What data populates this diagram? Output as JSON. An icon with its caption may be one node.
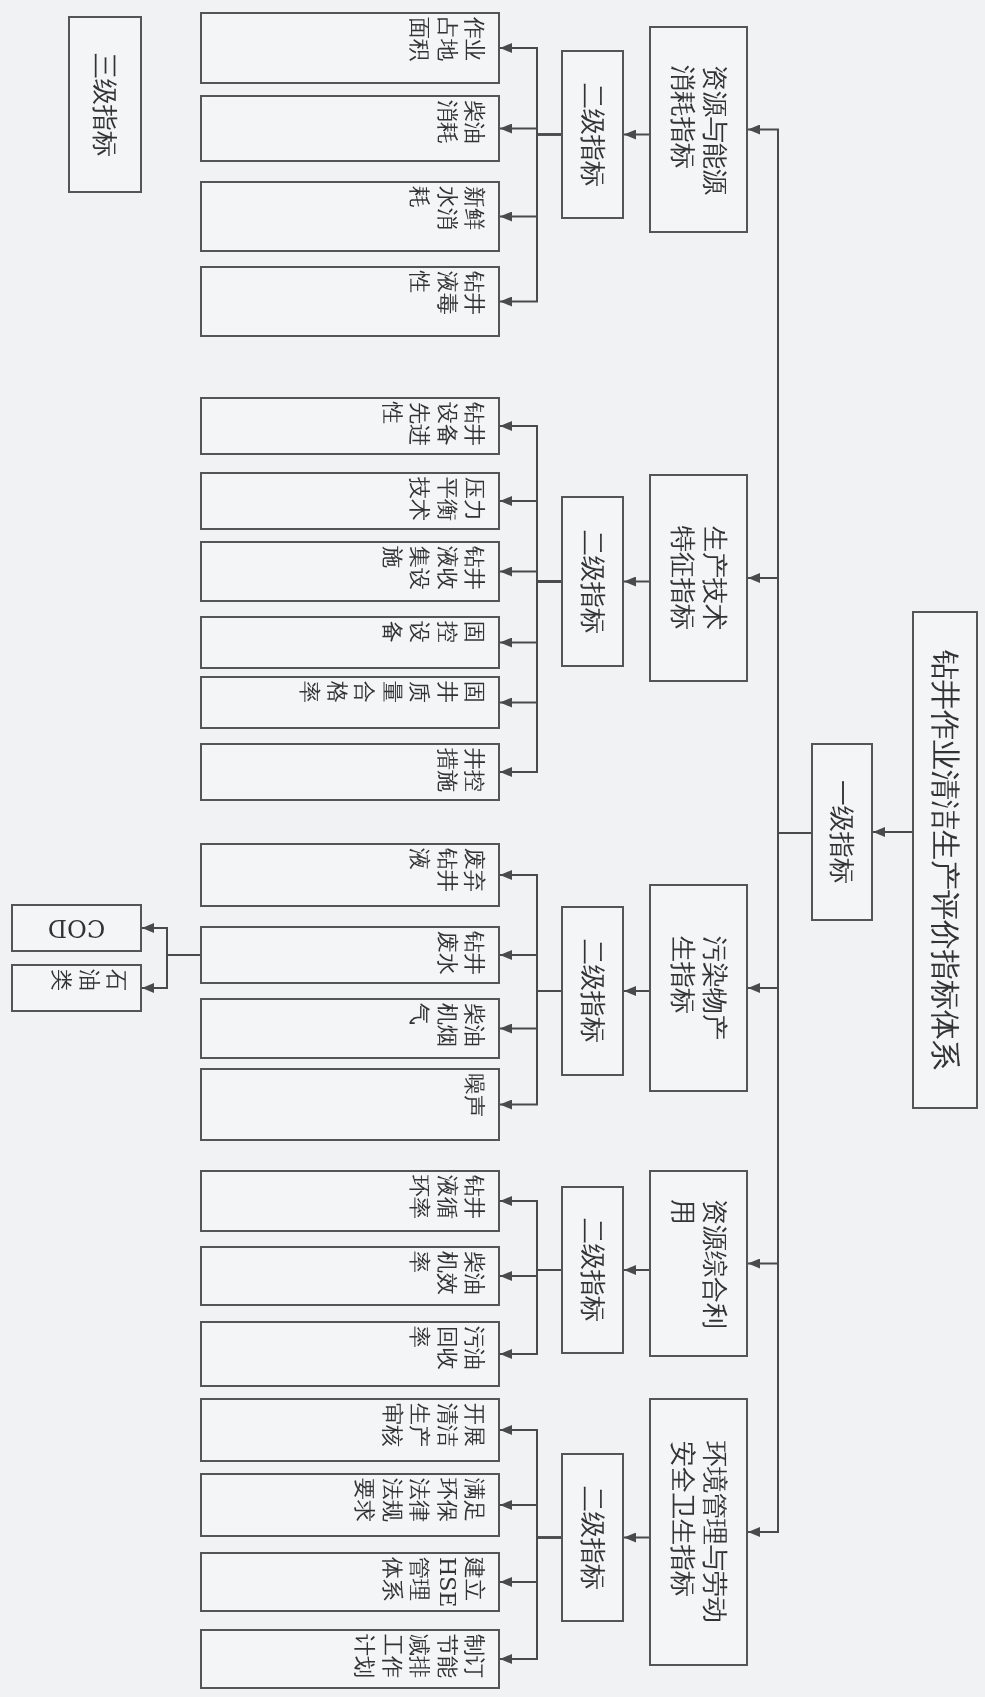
{
  "diagram": {
    "nodes": [
      {
        "text": [
          "钻井作业清洁生产评价指标体系"
        ]
      },
      {
        "text": [
          "一级指标"
        ]
      },
      {
        "text": [
          "资源与能源消耗指标"
        ]
      },
      {
        "text": [
          "二级指标"
        ]
      },
      {
        "text": [
          "作业占地面积"
        ]
      },
      {
        "text": [
          "柴油消耗"
        ]
      },
      {
        "text": [
          "新鲜水消耗"
        ]
      },
      {
        "text": [
          "钻井液毒性"
        ]
      },
      {
        "text": [
          "生产技术特征指标"
        ]
      },
      {
        "text": [
          "二级指标"
        ]
      },
      {
        "text": [
          "钻井设备先进性"
        ]
      },
      {
        "text": [
          "压力平衡技术"
        ]
      },
      {
        "text": [
          "钻井液收集设施"
        ]
      },
      {
        "text": [
          "固控设备"
        ]
      },
      {
        "text": [
          "固井质量合格率"
        ]
      },
      {
        "text": [
          "井控措施"
        ]
      },
      {
        "text": [
          "污染物产生指标"
        ]
      },
      {
        "text": [
          "二级指标"
        ]
      },
      {
        "text": [
          "废弃钻井液"
        ]
      },
      {
        "text": [
          "钻井废水"
        ]
      },
      {
        "text": [
          "柴油机烟气"
        ]
      },
      {
        "text": [
          "噪声"
        ]
      },
      {
        "text": [
          "COD"
        ]
      },
      {
        "text": [
          "石油类"
        ]
      },
      {
        "text": [
          "资源综合利用"
        ]
      },
      {
        "text": [
          "二级指标"
        ]
      },
      {
        "text": [
          "钻井液循环率"
        ]
      },
      {
        "text": [
          "柴油机效率"
        ]
      },
      {
        "text": [
          "污油回收率"
        ]
      },
      {
        "text": [
          "环境管理与劳动安全卫生指标"
        ]
      },
      {
        "text": [
          "二级指标"
        ]
      },
      {
        "text": [
          "开展清洁生产审核"
        ]
      },
      {
        "text": [
          "满足环保法律法规要求"
        ]
      },
      {
        "text": [
          "建立HSE管理体系"
        ]
      },
      {
        "text": [
          "制订节能减排工作计划"
        ]
      },
      {
        "text": [
          "三级指标"
        ]
      }
    ],
    "edges": [
      {
        "from": 0,
        "to": 1,
        "arrow": "to"
      },
      {
        "from": 1,
        "to": 2,
        "arrow": "to"
      },
      {
        "from": 1,
        "to": 8,
        "arrow": "to"
      },
      {
        "from": 1,
        "to": 16,
        "arrow": "to"
      },
      {
        "from": 1,
        "to": 24,
        "arrow": "to"
      },
      {
        "from": 1,
        "to": 29,
        "arrow": "to"
      },
      {
        "from": 2,
        "to": 3,
        "arrow": "to"
      },
      {
        "from": 3,
        "to": 4,
        "arrow": "to"
      },
      {
        "from": 3,
        "to": 5,
        "arrow": "to"
      },
      {
        "from": 3,
        "to": 6,
        "arrow": "to"
      },
      {
        "from": 3,
        "to": 7,
        "arrow": "to"
      },
      {
        "from": 8,
        "to": 9,
        "arrow": "to"
      },
      {
        "from": 9,
        "to": 10,
        "arrow": "to"
      },
      {
        "from": 9,
        "to": 11,
        "arrow": "to"
      },
      {
        "from": 9,
        "to": 12,
        "arrow": "to"
      },
      {
        "from": 9,
        "to": 13,
        "arrow": "to"
      },
      {
        "from": 9,
        "to": 14,
        "arrow": "to"
      },
      {
        "from": 9,
        "to": 15,
        "arrow": "to"
      },
      {
        "from": 16,
        "to": 17,
        "arrow": "to"
      },
      {
        "from": 17,
        "to": 18,
        "arrow": "to"
      },
      {
        "from": 17,
        "to": 19,
        "arrow": "to"
      },
      {
        "from": 17,
        "to": 20,
        "arrow": "to"
      },
      {
        "from": 17,
        "to": 21,
        "arrow": "to"
      },
      {
        "from": 19,
        "to": 22,
        "arrow": "to"
      },
      {
        "from": 19,
        "to": 23,
        "arrow": "to"
      },
      {
        "from": 24,
        "to": 25,
        "arrow": "to"
      },
      {
        "from": 25,
        "to": 26,
        "arrow": "to"
      },
      {
        "from": 25,
        "to": 27,
        "arrow": "to"
      },
      {
        "from": 25,
        "to": 28,
        "arrow": "to"
      },
      {
        "from": 29,
        "to": 30,
        "arrow": "to"
      },
      {
        "from": 30,
        "to": 31,
        "arrow": "to"
      },
      {
        "from": 30,
        "to": 32,
        "arrow": "to"
      },
      {
        "from": 30,
        "to": 33,
        "arrow": "to"
      },
      {
        "from": 30,
        "to": 34,
        "arrow": "to"
      }
    ]
  }
}
